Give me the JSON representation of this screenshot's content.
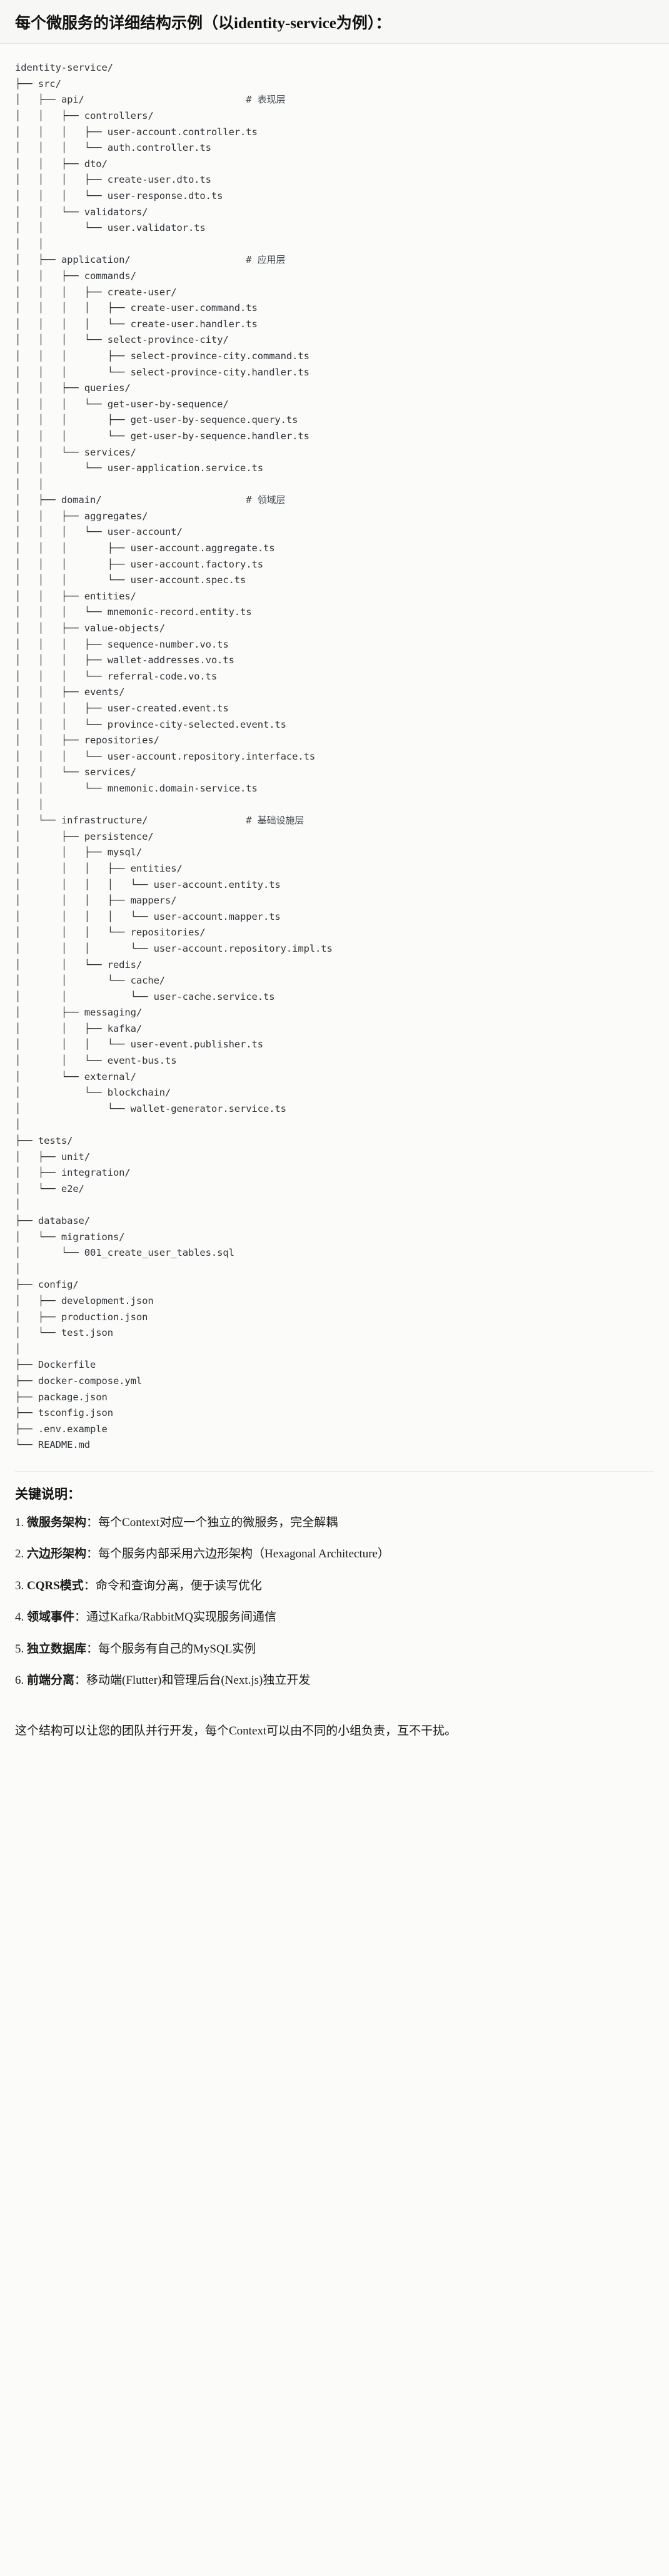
{
  "header": {
    "title": "每个微服务的详细结构示例（以identity-service为例）："
  },
  "tree": {
    "root": "identity-service/",
    "lines": [
      {
        "text": "identity-service/",
        "comment": ""
      },
      {
        "text": "├── src/",
        "comment": ""
      },
      {
        "text": "│   ├── api/",
        "comment": "# 表现层"
      },
      {
        "text": "│   │   ├── controllers/",
        "comment": ""
      },
      {
        "text": "│   │   │   ├── user-account.controller.ts",
        "comment": ""
      },
      {
        "text": "│   │   │   └── auth.controller.ts",
        "comment": ""
      },
      {
        "text": "│   │   ├── dto/",
        "comment": ""
      },
      {
        "text": "│   │   │   ├── create-user.dto.ts",
        "comment": ""
      },
      {
        "text": "│   │   │   └── user-response.dto.ts",
        "comment": ""
      },
      {
        "text": "│   │   └── validators/",
        "comment": ""
      },
      {
        "text": "│   │       └── user.validator.ts",
        "comment": ""
      },
      {
        "text": "│   │",
        "comment": ""
      },
      {
        "text": "│   ├── application/",
        "comment": "# 应用层"
      },
      {
        "text": "│   │   ├── commands/",
        "comment": ""
      },
      {
        "text": "│   │   │   ├── create-user/",
        "comment": ""
      },
      {
        "text": "│   │   │   │   ├── create-user.command.ts",
        "comment": ""
      },
      {
        "text": "│   │   │   │   └── create-user.handler.ts",
        "comment": ""
      },
      {
        "text": "│   │   │   └── select-province-city/",
        "comment": ""
      },
      {
        "text": "│   │   │       ├── select-province-city.command.ts",
        "comment": ""
      },
      {
        "text": "│   │   │       └── select-province-city.handler.ts",
        "comment": ""
      },
      {
        "text": "│   │   ├── queries/",
        "comment": ""
      },
      {
        "text": "│   │   │   └── get-user-by-sequence/",
        "comment": ""
      },
      {
        "text": "│   │   │       ├── get-user-by-sequence.query.ts",
        "comment": ""
      },
      {
        "text": "│   │   │       └── get-user-by-sequence.handler.ts",
        "comment": ""
      },
      {
        "text": "│   │   └── services/",
        "comment": ""
      },
      {
        "text": "│   │       └── user-application.service.ts",
        "comment": ""
      },
      {
        "text": "│   │",
        "comment": ""
      },
      {
        "text": "│   ├── domain/",
        "comment": "# 领域层"
      },
      {
        "text": "│   │   ├── aggregates/",
        "comment": ""
      },
      {
        "text": "│   │   │   └── user-account/",
        "comment": ""
      },
      {
        "text": "│   │   │       ├── user-account.aggregate.ts",
        "comment": ""
      },
      {
        "text": "│   │   │       ├── user-account.factory.ts",
        "comment": ""
      },
      {
        "text": "│   │   │       └── user-account.spec.ts",
        "comment": ""
      },
      {
        "text": "│   │   ├── entities/",
        "comment": ""
      },
      {
        "text": "│   │   │   └── mnemonic-record.entity.ts",
        "comment": ""
      },
      {
        "text": "│   │   ├── value-objects/",
        "comment": ""
      },
      {
        "text": "│   │   │   ├── sequence-number.vo.ts",
        "comment": ""
      },
      {
        "text": "│   │   │   ├── wallet-addresses.vo.ts",
        "comment": ""
      },
      {
        "text": "│   │   │   └── referral-code.vo.ts",
        "comment": ""
      },
      {
        "text": "│   │   ├── events/",
        "comment": ""
      },
      {
        "text": "│   │   │   ├── user-created.event.ts",
        "comment": ""
      },
      {
        "text": "│   │   │   └── province-city-selected.event.ts",
        "comment": ""
      },
      {
        "text": "│   │   ├── repositories/",
        "comment": ""
      },
      {
        "text": "│   │   │   └── user-account.repository.interface.ts",
        "comment": ""
      },
      {
        "text": "│   │   └── services/",
        "comment": ""
      },
      {
        "text": "│   │       └── mnemonic.domain-service.ts",
        "comment": ""
      },
      {
        "text": "│   │",
        "comment": ""
      },
      {
        "text": "│   └── infrastructure/",
        "comment": "# 基础设施层"
      },
      {
        "text": "│       ├── persistence/",
        "comment": ""
      },
      {
        "text": "│       │   ├── mysql/",
        "comment": ""
      },
      {
        "text": "│       │   │   ├── entities/",
        "comment": ""
      },
      {
        "text": "│       │   │   │   └── user-account.entity.ts",
        "comment": ""
      },
      {
        "text": "│       │   │   ├── mappers/",
        "comment": ""
      },
      {
        "text": "│       │   │   │   └── user-account.mapper.ts",
        "comment": ""
      },
      {
        "text": "│       │   │   └── repositories/",
        "comment": ""
      },
      {
        "text": "│       │   │       └── user-account.repository.impl.ts",
        "comment": ""
      },
      {
        "text": "│       │   └── redis/",
        "comment": ""
      },
      {
        "text": "│       │       └── cache/",
        "comment": ""
      },
      {
        "text": "│       │           └── user-cache.service.ts",
        "comment": ""
      },
      {
        "text": "│       ├── messaging/",
        "comment": ""
      },
      {
        "text": "│       │   ├── kafka/",
        "comment": ""
      },
      {
        "text": "│       │   │   └── user-event.publisher.ts",
        "comment": ""
      },
      {
        "text": "│       │   └── event-bus.ts",
        "comment": ""
      },
      {
        "text": "│       └── external/",
        "comment": ""
      },
      {
        "text": "│           └── blockchain/",
        "comment": ""
      },
      {
        "text": "│               └── wallet-generator.service.ts",
        "comment": ""
      },
      {
        "text": "│",
        "comment": ""
      },
      {
        "text": "├── tests/",
        "comment": ""
      },
      {
        "text": "│   ├── unit/",
        "comment": ""
      },
      {
        "text": "│   ├── integration/",
        "comment": ""
      },
      {
        "text": "│   └── e2e/",
        "comment": ""
      },
      {
        "text": "│",
        "comment": ""
      },
      {
        "text": "├── database/",
        "comment": ""
      },
      {
        "text": "│   └── migrations/",
        "comment": ""
      },
      {
        "text": "│       └── 001_create_user_tables.sql",
        "comment": ""
      },
      {
        "text": "│",
        "comment": ""
      },
      {
        "text": "├── config/",
        "comment": ""
      },
      {
        "text": "│   ├── development.json",
        "comment": ""
      },
      {
        "text": "│   ├── production.json",
        "comment": ""
      },
      {
        "text": "│   └── test.json",
        "comment": ""
      },
      {
        "text": "│",
        "comment": ""
      },
      {
        "text": "├── Dockerfile",
        "comment": ""
      },
      {
        "text": "├── docker-compose.yml",
        "comment": ""
      },
      {
        "text": "├── package.json",
        "comment": ""
      },
      {
        "text": "├── tsconfig.json",
        "comment": ""
      },
      {
        "text": "├── .env.example",
        "comment": ""
      },
      {
        "text": "└── README.md",
        "comment": ""
      }
    ],
    "comment_column": 40
  },
  "notes": {
    "title": "关键说明：",
    "items": [
      {
        "index": "1.",
        "term": "微服务架构",
        "sep": "：",
        "desc": "每个Context对应一个独立的微服务，完全解耦"
      },
      {
        "index": "2.",
        "term": "六边形架构",
        "sep": "：",
        "desc": "每个服务内部采用六边形架构（Hexagonal Architecture）"
      },
      {
        "index": "3.",
        "term": "CQRS模式",
        "sep": "：",
        "desc": "命令和查询分离，便于读写优化"
      },
      {
        "index": "4.",
        "term": "领域事件",
        "sep": "：",
        "desc": "通过Kafka/RabbitMQ实现服务间通信"
      },
      {
        "index": "5.",
        "term": "独立数据库",
        "sep": "：",
        "desc": "每个服务有自己的MySQL实例"
      },
      {
        "index": "6.",
        "term": "前端分离",
        "sep": "：",
        "desc": "移动端(Flutter)和管理后台(Next.js)独立开发"
      }
    ],
    "closing": "这个结构可以让您的团队并行开发，每个Context可以由不同的小组负责，互不干扰。"
  },
  "colors": {
    "page_bg": "#fbfbfa",
    "header_bg": "#f7f7f5",
    "border": "#e6e6e2",
    "text": "#1a1a1a",
    "code_text": "#2e3338",
    "comment_text": "#454b52"
  }
}
